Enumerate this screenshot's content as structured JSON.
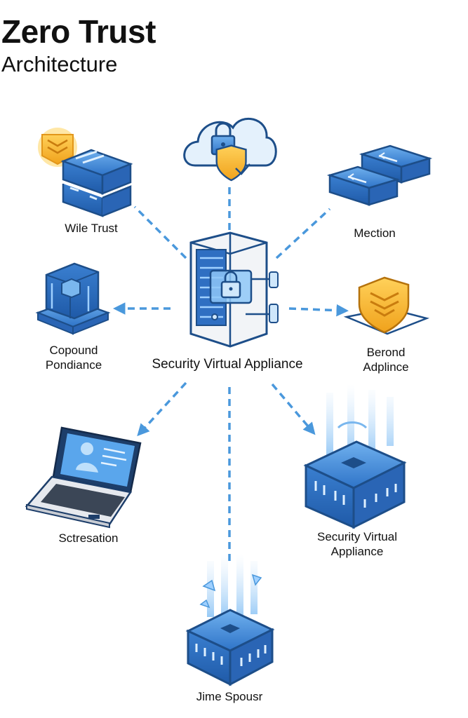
{
  "title": "Zero Trust",
  "subtitle": "Architecture",
  "colors": {
    "accent_blue": "#3f86d6",
    "dark_blue": "#1d4e89",
    "light_blue": "#7ab7ee",
    "gold": "#f5b82e",
    "line": "#4a98dc"
  },
  "nodes": {
    "center": {
      "label": "Security Virtual Appliance",
      "icon": "server-rack-lock-icon"
    },
    "top": {
      "label": "",
      "icon": "cloud-lock-shield-icon"
    },
    "top_left": {
      "label": "Wile Trust",
      "icon": "storage-blocks-badge-icon"
    },
    "top_right": {
      "label": "Mection",
      "icon": "network-switches-icon"
    },
    "mid_left": {
      "label_line1": "Copound",
      "label_line2": "Pondiance",
      "icon": "cube-building-icon"
    },
    "mid_right": {
      "label_line1": "Berond",
      "label_line2": "Adplince",
      "icon": "shield-badge-icon"
    },
    "bottom_left": {
      "label": "Sctresation",
      "icon": "laptop-user-icon"
    },
    "bottom_right": {
      "label_line1": "Security Virtual",
      "label_line2": "Appliance",
      "icon": "appliance-box-icon"
    },
    "bottom": {
      "label": "Jime Spousr",
      "icon": "appliance-box-icon"
    }
  }
}
